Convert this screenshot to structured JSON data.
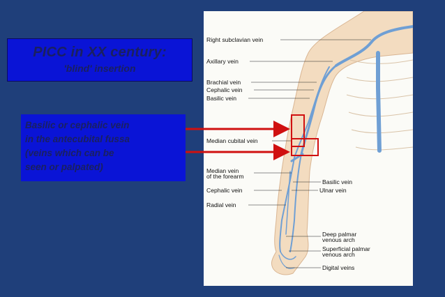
{
  "slide": {
    "title_line1": "PICC in XX century:",
    "title_line2": "'blind' insertion",
    "note_lines": [
      "Basilic or cephalic vein",
      "in the antecubital fussa",
      "(veins which can be",
      "seen or palpated)"
    ]
  },
  "figure_labels": {
    "right_subclavian_vein": "Right subclavian vein",
    "axillary_vein": "Axillary vein",
    "brachial_vein": "Brachial vein",
    "cephalic_vein_upper": "Cephalic vein",
    "basilic_vein_upper": "Basilic vein",
    "median_cubital_vein": "Median cubital vein",
    "median_vein_forearm_1": "Median vein",
    "median_vein_forearm_2": "of the forearm",
    "cephalic_vein_lower": "Cephalic vein",
    "radial_vein": "Radial vein",
    "basilic_vein_lower": "Basilic vein",
    "ulnar_vein": "Ulnar vein",
    "deep_palmar_1": "Deep palmar",
    "deep_palmar_2": "venous arch",
    "superficial_palmar_1": "Superficial palmar",
    "superficial_palmar_2": "venous arch",
    "digital_veins": "Digital veins"
  },
  "colors": {
    "background": "#1f3f7a",
    "box_fill": "#0a14d6",
    "text": "#1a2060",
    "highlight": "#d01010",
    "vein": "#6f9fd4",
    "skin": "#f3dcc0"
  }
}
